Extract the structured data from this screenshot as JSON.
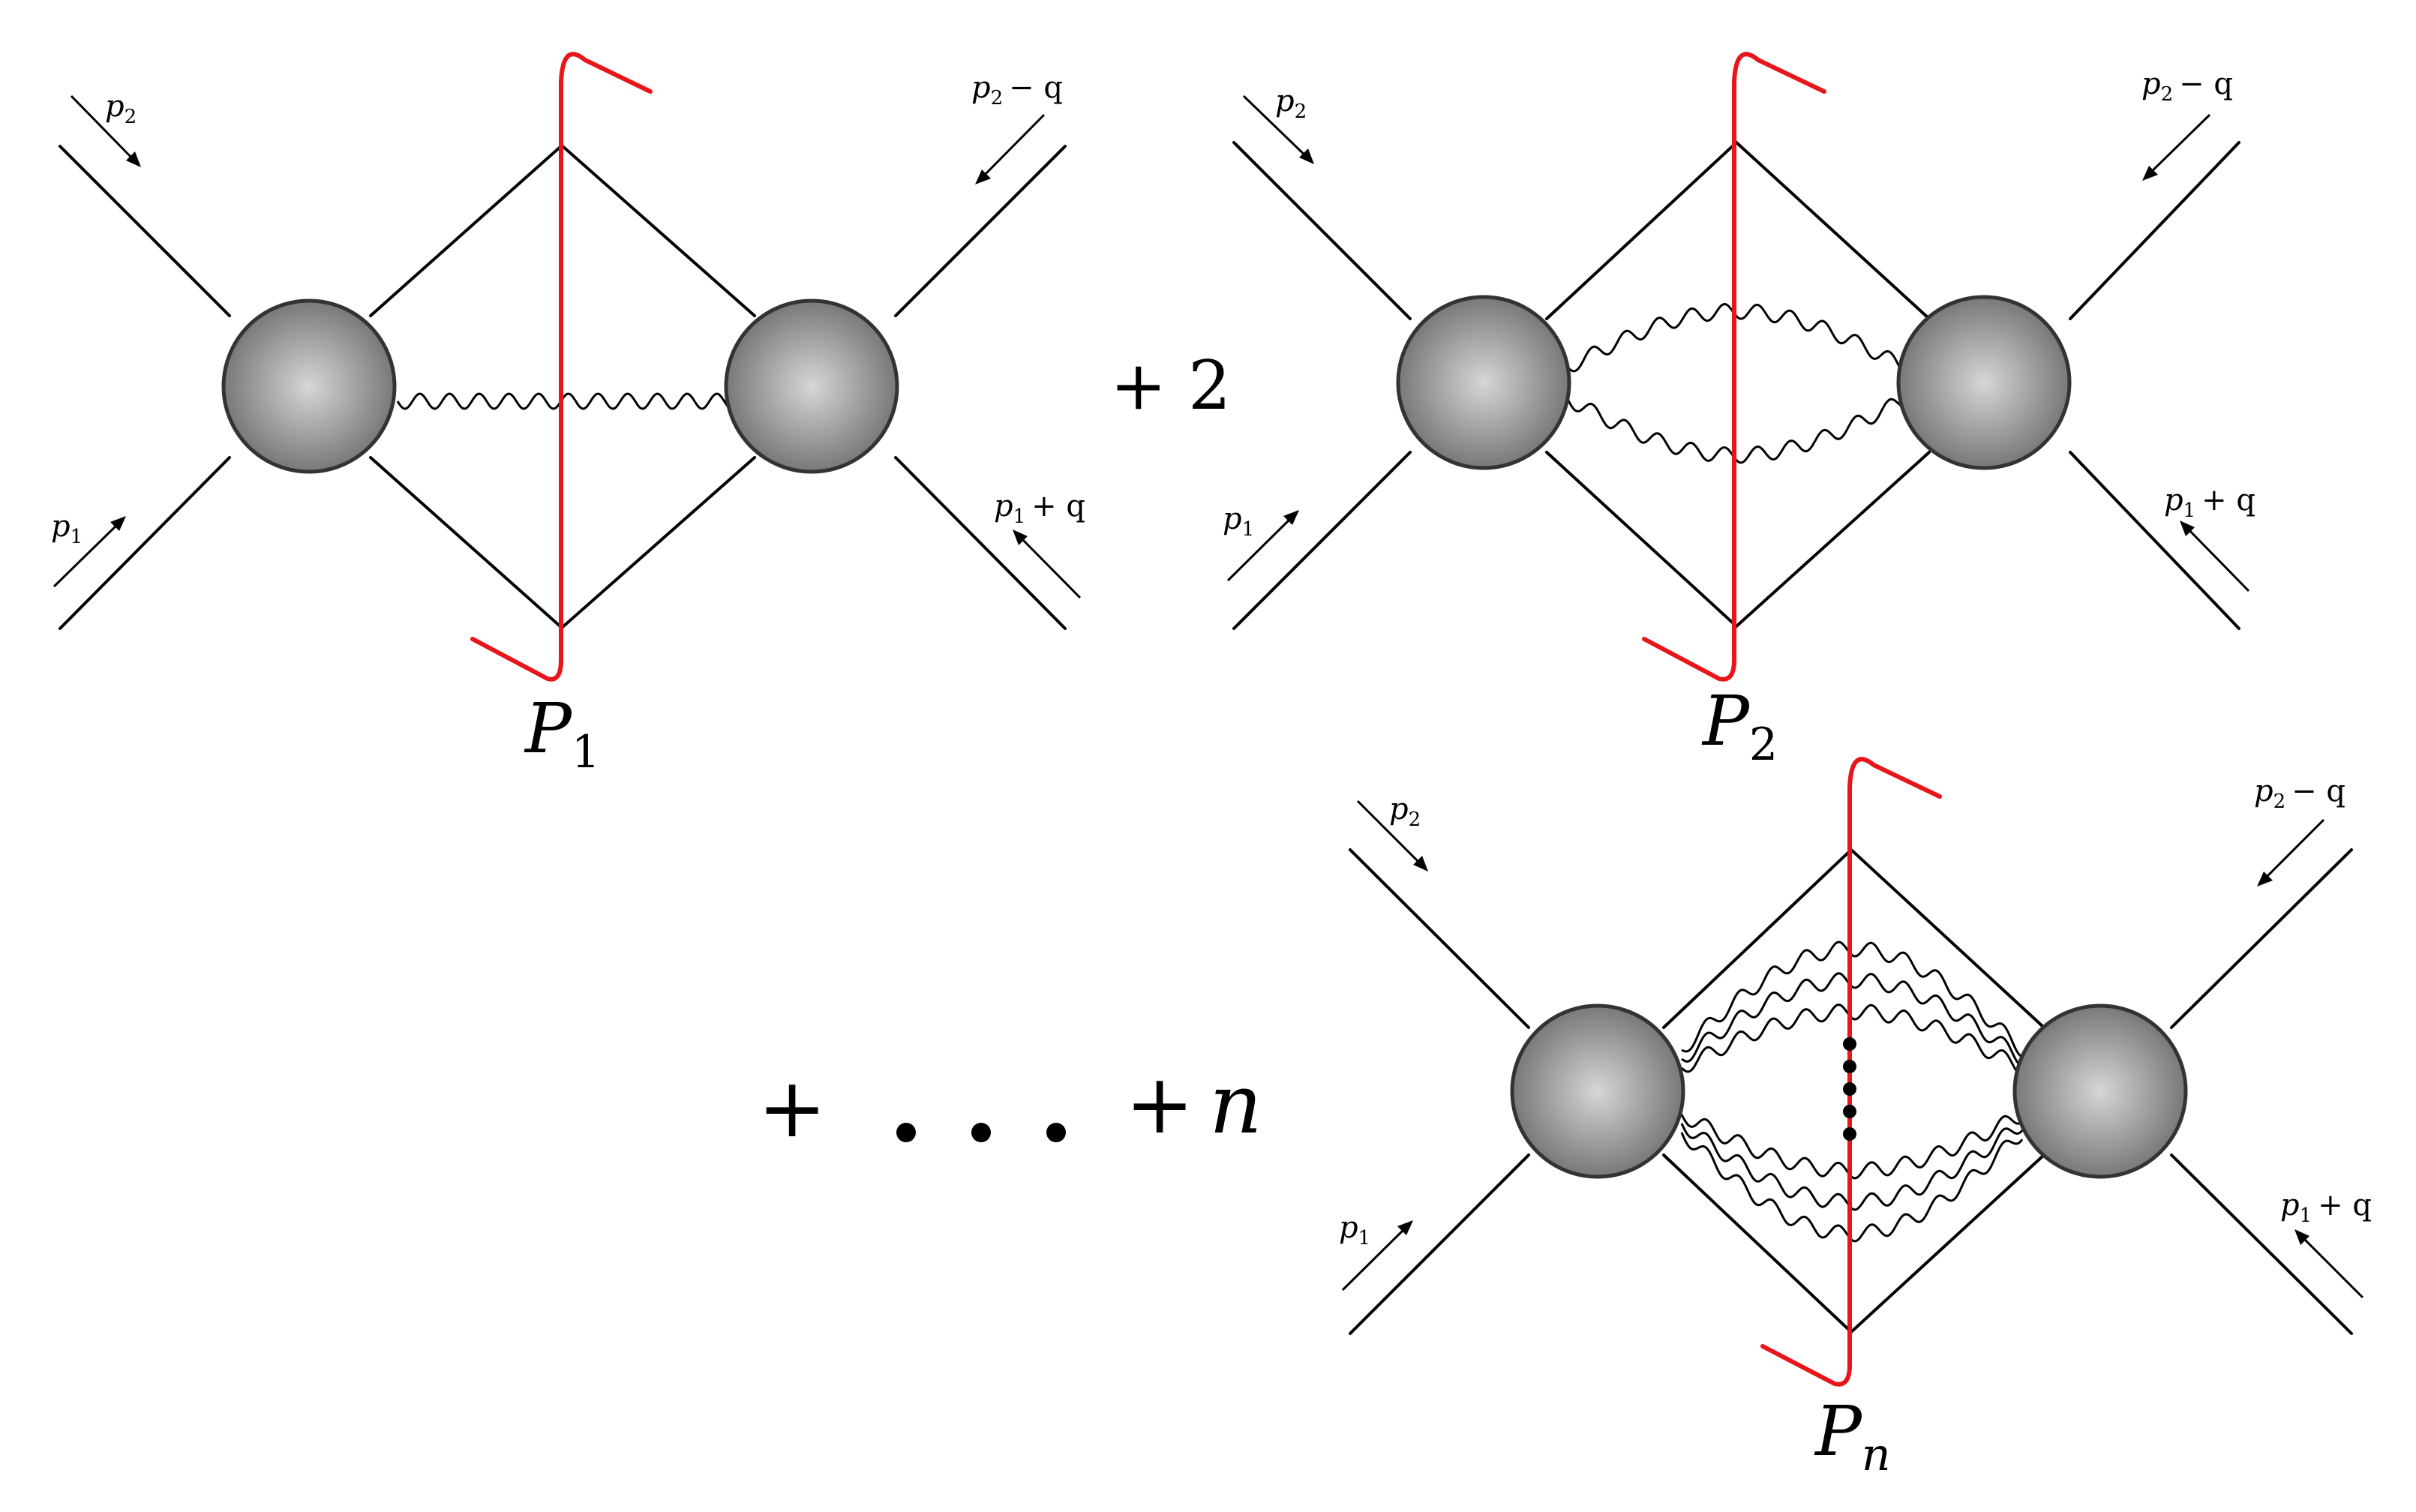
{
  "colors": {
    "cut": "#e8161b",
    "blob_center": "#d6d6d6",
    "blob_edge": "#6f6f6f",
    "lines": "#000000"
  },
  "diagrams": [
    {
      "label_base": "P",
      "label_sub": "1",
      "wavy_lines": 1,
      "momenta": {
        "in_top": "p",
        "in_top_sub": "2",
        "in_bottom": "p",
        "in_bottom_sub": "1",
        "out_top": "p",
        "out_top_sub": "2",
        "out_top_rest": "− q",
        "out_bottom": "p",
        "out_bottom_sub": "1",
        "out_bottom_rest": "+ q"
      }
    },
    {
      "label_base": "P",
      "label_sub": "2",
      "wavy_lines": 2,
      "coefficient": "+ 2",
      "momenta": {
        "in_top": "p",
        "in_top_sub": "2",
        "in_bottom": "p",
        "in_bottom_sub": "1",
        "out_top": "p",
        "out_top_sub": "2",
        "out_top_rest": "− q",
        "out_bottom": "p",
        "out_bottom_sub": "1",
        "out_bottom_rest": "+ q"
      }
    },
    {
      "label_base": "P",
      "label_sub": "n",
      "wavy_lines": "n",
      "coefficient_plus": "+",
      "coefficient_n": "n",
      "momenta": {
        "in_top": "p",
        "in_top_sub": "2",
        "in_bottom": "p",
        "in_bottom_sub": "1",
        "out_top": "p",
        "out_top_sub": "2",
        "out_top_rest": "− q",
        "out_bottom": "p",
        "out_bottom_sub": "1",
        "out_bottom_rest": "+ q"
      }
    }
  ],
  "series_prefix": "+",
  "ellipsis": "..."
}
